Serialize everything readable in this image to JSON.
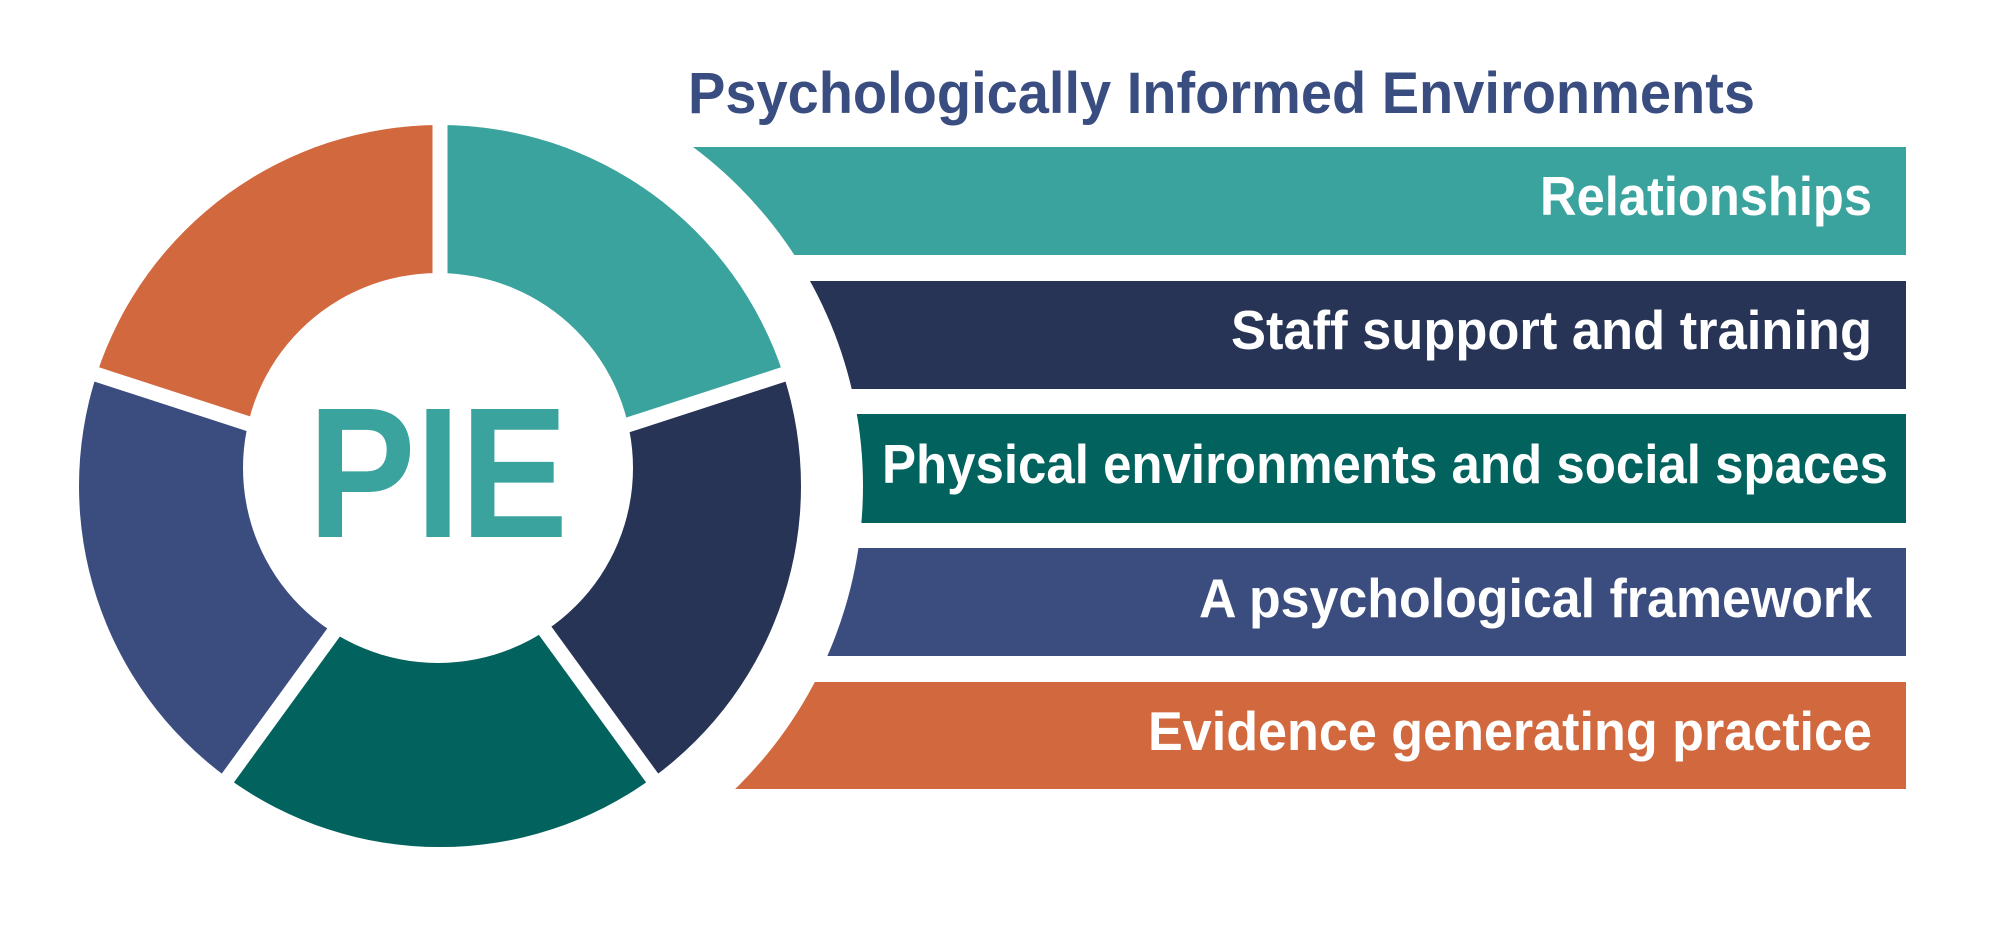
{
  "title": "Psychologically Informed Environments",
  "center_label": "PIE",
  "colors": {
    "title": "#3a4d80",
    "center_label": "#3aa39e",
    "teal": "#3aa39e",
    "navy": "#273456",
    "dark_green": "#02625e",
    "blue": "#3b4d7f",
    "orange": "#d2693e"
  },
  "segments": [
    {
      "name": "Relationships",
      "color": "#3aa39e"
    },
    {
      "name": "Staff support and training",
      "color": "#273456"
    },
    {
      "name": "Physical environments and social spaces",
      "color": "#02625e"
    },
    {
      "name": "A psychological framework",
      "color": "#3b4d7f"
    },
    {
      "name": "Evidence generating practice",
      "color": "#d2693e"
    }
  ],
  "bars": [
    {
      "label": "Relationships",
      "color": "#3aa39e"
    },
    {
      "label": "Staff support and training",
      "color": "#273456"
    },
    {
      "label": "Physical environments and social spaces",
      "color": "#02625e"
    },
    {
      "label": "A psychological framework",
      "color": "#3b4d7f"
    },
    {
      "label": "Evidence generating practice",
      "color": "#d2693e"
    }
  ]
}
